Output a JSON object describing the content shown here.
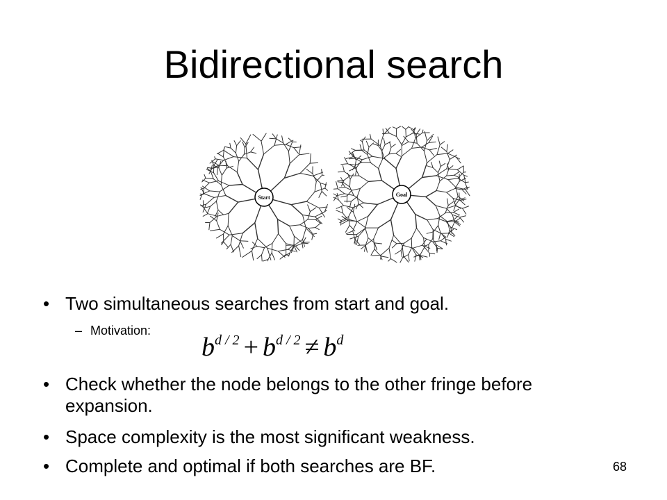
{
  "slide": {
    "title": "Bidirectional search",
    "figure": {
      "start_label": "Start",
      "goal_label": "Goal"
    },
    "bullets": [
      {
        "text": "Two simultaneous searches from start and goal."
      },
      {
        "text": "Check whether the node belongs to the other fringe before expansion."
      },
      {
        "text": "Space complexity is the most significant weakness."
      },
      {
        "text": "Complete and optimal if both searches are BF."
      }
    ],
    "sub_bullet": {
      "label": "Motivation:"
    },
    "formula": {
      "base": "b",
      "half_exponent": "d / 2",
      "full_exponent": "d",
      "plus": "+",
      "not_equal": "≠"
    },
    "page_number": "68"
  }
}
